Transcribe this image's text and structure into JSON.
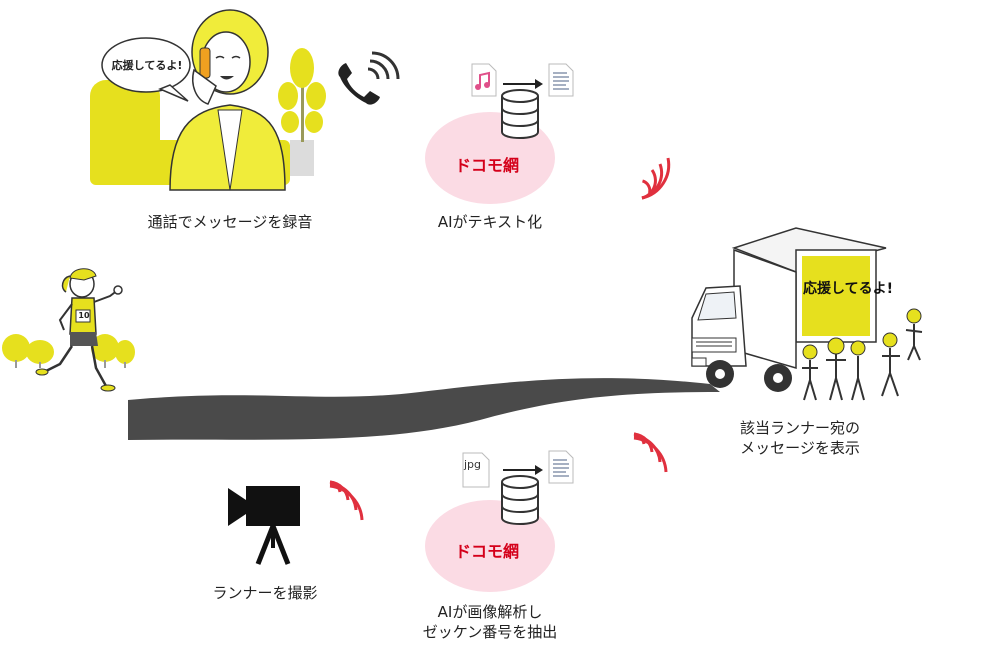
{
  "colors": {
    "accent_yellow": "#e6e01e",
    "docomo_red": "#d4001a",
    "docomo_circle": "#fbdbe4",
    "signal_red": "#e0303e",
    "road": "#4a4a4a"
  },
  "steps": {
    "record": {
      "label": "通話でメッセージを録音",
      "bubble": "応援してるよ!"
    },
    "text_ai": {
      "label": "AIがテキスト化",
      "network": "ドコモ網"
    },
    "capture": {
      "label": "ランナーを撮影"
    },
    "image_ai": {
      "label_line1": "AIが画像解析し",
      "label_line2": "ゼッケン番号を抽出",
      "network": "ドコモ網",
      "file_type": "jpg"
    },
    "display": {
      "label_line1": "該当ランナー宛の",
      "label_line2": "メッセージを表示",
      "screen_text": "応援してるよ!"
    }
  },
  "runner": {
    "bib": "10"
  },
  "icons": {
    "phone": "phone-icon",
    "audio_file": "audio-file-icon",
    "database": "database-icon",
    "text_file": "text-file-icon",
    "image_file": "image-file-icon",
    "camera": "video-camera-icon",
    "signal": "signal-wave-icon"
  }
}
